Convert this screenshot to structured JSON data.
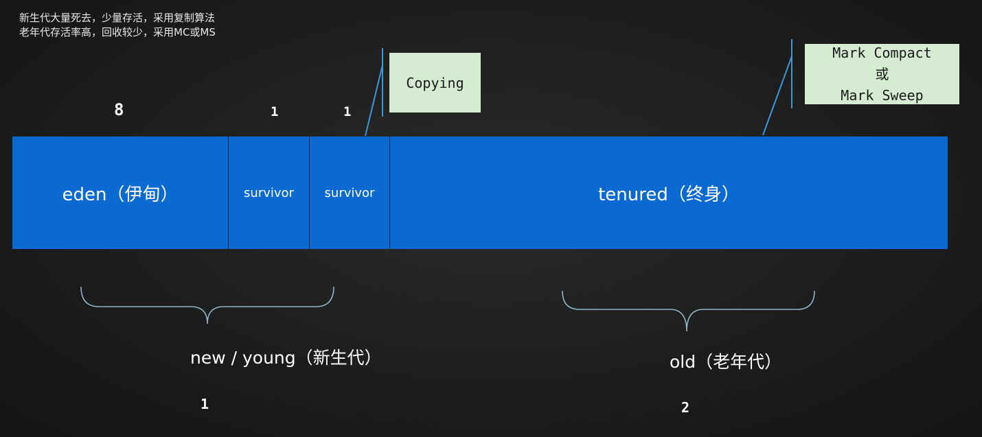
{
  "notes": [
    "新生代大量死去，少量存活，采用复制算法",
    "老年代存活率高，回收较少，采用MC或MS"
  ],
  "ratios": {
    "eden": "8",
    "survivor1": "1",
    "survivor2": "1"
  },
  "blocks": {
    "eden": "eden（伊甸）",
    "survivor1": "survivor",
    "survivor2": "survivor",
    "tenured": "tenured（终身）"
  },
  "callouts": {
    "copying": "Copying",
    "mark_compact": "Mark Compact",
    "or": "或",
    "mark_sweep": "Mark Sweep"
  },
  "generations": {
    "young_label": "new / young（新生代）",
    "old_label": "old（老年代）",
    "young_ratio": "1",
    "old_ratio": "2"
  },
  "colors": {
    "block": "#0a6ad2",
    "callout_bg": "#d6ecd2",
    "leader_line": "#3a9ad9",
    "brace": "#8fb4c8"
  }
}
